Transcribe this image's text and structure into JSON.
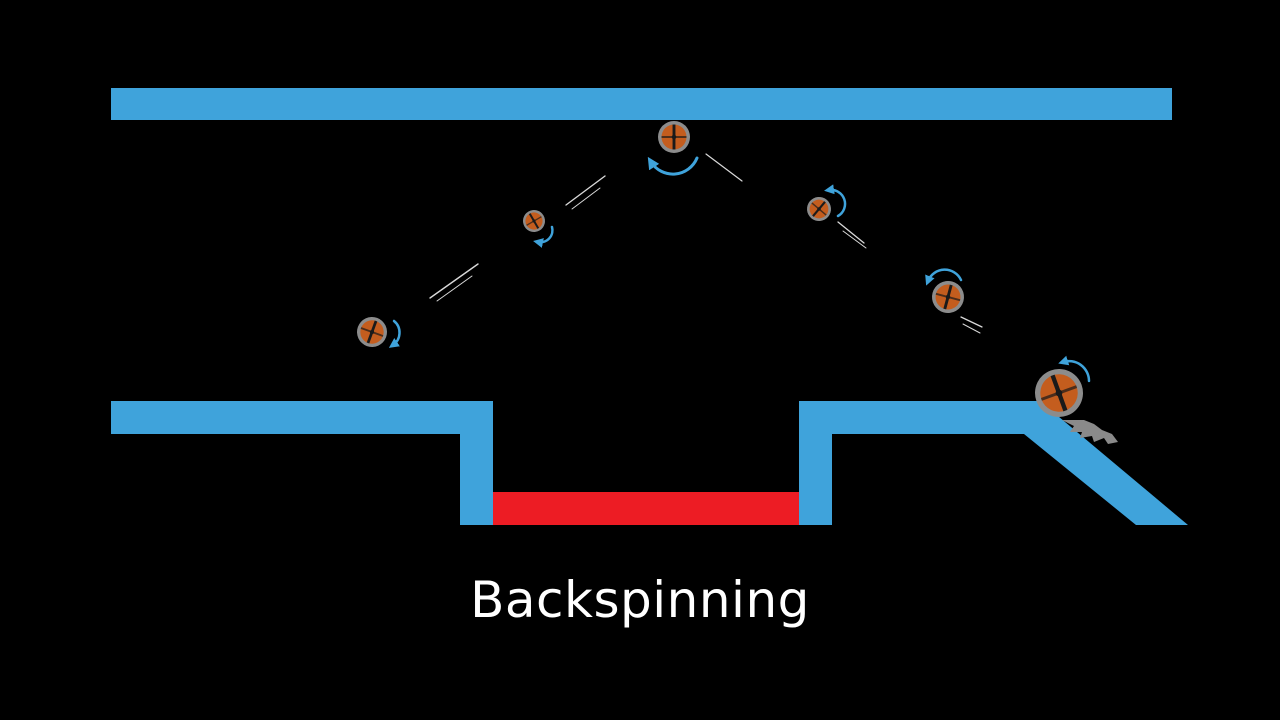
{
  "caption": "Backspinning",
  "colors": {
    "background": "#000000",
    "wall": "#3fa3db",
    "hazard": "#ed1c24",
    "wheel_rim": "#8c8c8c",
    "wheel_hub": "#c45d1e",
    "wheel_dark": "#1a1a1a",
    "spin_arrow": "#3fa3db",
    "motion_lines": "#ffffff",
    "scrape": "#8a8a8a",
    "caption_text": "#ffffff"
  },
  "elements": {
    "ceiling": "ceiling-wall",
    "left_platform": "left-platform",
    "right_platform": "right-platform",
    "pit_floor": "red-hazard-floor",
    "ramp": "right-ramp"
  },
  "wheel_icon": "backspinning-wheel-icon",
  "spin_arrow_icon": "spin-direction-arrow-icon"
}
